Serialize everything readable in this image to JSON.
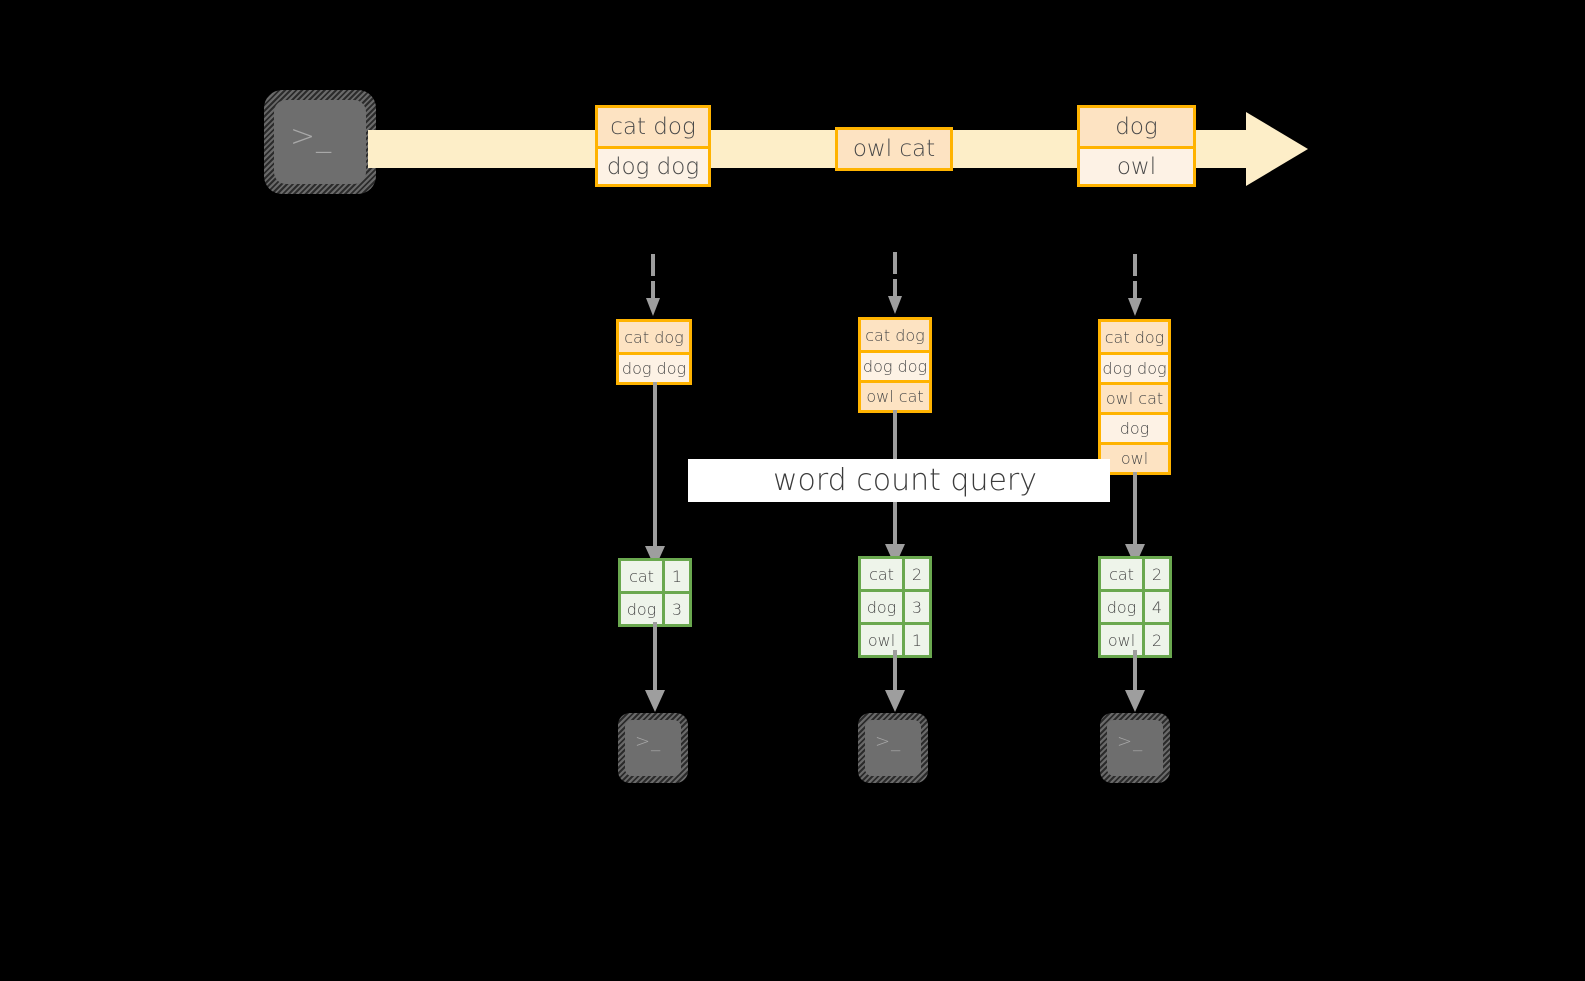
{
  "diagram": {
    "title": "word count query",
    "source_icon": "terminal-icon",
    "sink_icon": "terminal-icon",
    "prompt_glyph": ">_",
    "colors": {
      "stream_fill": "#fdeec8",
      "message_border": "#ffb300",
      "message_fill_dark": "#fde3c2",
      "message_fill_light": "#fdf2e5",
      "result_border": "#6aa84f",
      "result_fill": "#eef4ea",
      "arrow_gray": "#9e9e9e",
      "terminal_fill": "#6e6e6e",
      "background": "#000000",
      "label_band": "#ffffff"
    }
  },
  "stream": {
    "groups": [
      {
        "name": "group-1",
        "messages": [
          "cat dog",
          "dog dog"
        ]
      },
      {
        "name": "group-2",
        "messages": [
          "owl cat"
        ]
      },
      {
        "name": "group-3",
        "messages": [
          "dog",
          "owl"
        ]
      }
    ]
  },
  "buffers": [
    {
      "name": "buffer-1",
      "messages": [
        "cat dog",
        "dog dog"
      ]
    },
    {
      "name": "buffer-2",
      "messages": [
        "cat dog",
        "dog dog",
        "owl cat"
      ]
    },
    {
      "name": "buffer-3",
      "messages": [
        "cat dog",
        "dog dog",
        "owl cat",
        "dog",
        "owl"
      ]
    }
  ],
  "results": [
    {
      "name": "result-1",
      "rows": [
        {
          "word": "cat",
          "count": "1"
        },
        {
          "word": "dog",
          "count": "3"
        }
      ]
    },
    {
      "name": "result-2",
      "rows": [
        {
          "word": "cat",
          "count": "2"
        },
        {
          "word": "dog",
          "count": "3"
        },
        {
          "word": "owl",
          "count": "1"
        }
      ]
    },
    {
      "name": "result-3",
      "rows": [
        {
          "word": "cat",
          "count": "2"
        },
        {
          "word": "dog",
          "count": "4"
        },
        {
          "word": "owl",
          "count": "2"
        }
      ]
    }
  ]
}
